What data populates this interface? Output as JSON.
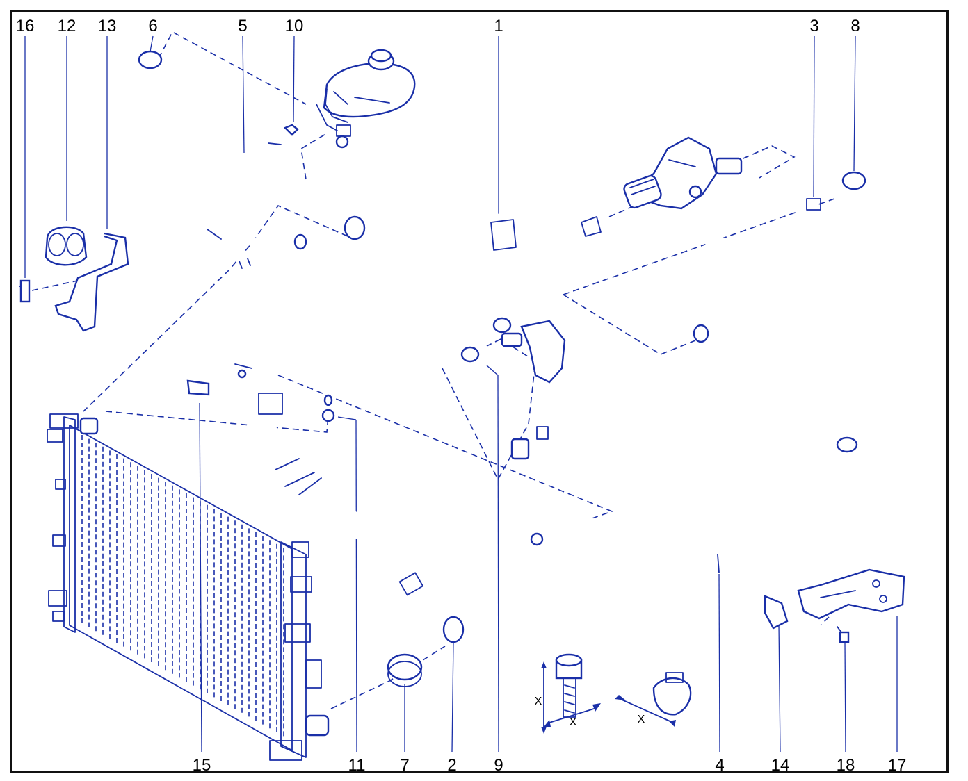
{
  "callouts": {
    "n16": "16",
    "n12": "12",
    "n13": "13",
    "n6": "6",
    "n5": "5",
    "n10": "10",
    "n1": "1",
    "n3": "3",
    "n8": "8",
    "n15": "15",
    "n11": "11",
    "n7": "7",
    "n2": "2",
    "n9": "9",
    "n4": "4",
    "n14": "14",
    "n18": "18",
    "n17": "17"
  },
  "dimension_labels": {
    "bolt_x1": "X",
    "bolt_x2": "X",
    "clip_x": "X"
  },
  "colors": {
    "line_art": "#1a2fa8",
    "frame": "#111111",
    "label_text": "#000000"
  }
}
